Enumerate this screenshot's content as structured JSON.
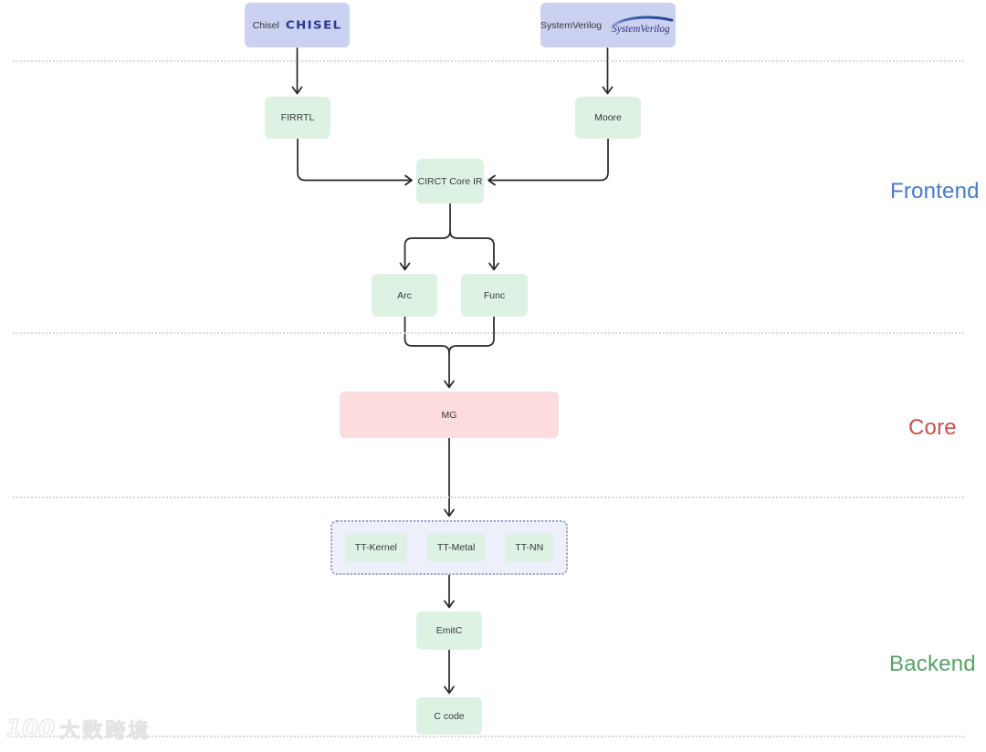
{
  "sources": {
    "chisel": {
      "label": "Chisel",
      "logo_text": "CHISEL"
    },
    "systemverilog": {
      "label": "SystemVerilog",
      "logo_text": "SystemVerilog"
    }
  },
  "nodes": {
    "firrtl": {
      "label": "FIRRTL"
    },
    "moore": {
      "label": "Moore"
    },
    "circt_core_ir": {
      "label": "CIRCT Core IR"
    },
    "arc": {
      "label": "Arc"
    },
    "func": {
      "label": "Func"
    },
    "mg": {
      "label": "MG"
    },
    "tt_kernel": {
      "label": "TT-Kernel"
    },
    "tt_metal": {
      "label": "TT-Metal"
    },
    "tt_nn": {
      "label": "TT-NN"
    },
    "emitc": {
      "label": "EmitC"
    },
    "c_code": {
      "label": "C code"
    }
  },
  "stages": {
    "frontend": {
      "label": "Frontend",
      "color": "#4b79c4"
    },
    "core": {
      "label": "Core",
      "color": "#c5514c"
    },
    "backend": {
      "label": "Backend",
      "color": "#58a169"
    }
  },
  "edges": [
    {
      "from": "Chisel",
      "to": "FIRRTL"
    },
    {
      "from": "SystemVerilog",
      "to": "Moore"
    },
    {
      "from": "FIRRTL",
      "to": "CIRCT Core IR"
    },
    {
      "from": "Moore",
      "to": "CIRCT Core IR"
    },
    {
      "from": "CIRCT Core IR",
      "to": "Arc"
    },
    {
      "from": "CIRCT Core IR",
      "to": "Func"
    },
    {
      "from": "Arc",
      "to": "MG"
    },
    {
      "from": "Func",
      "to": "MG"
    },
    {
      "from": "MG",
      "to": "TT-Kernel / TT-Metal / TT-NN"
    },
    {
      "from": "TT-Kernel / TT-Metal / TT-NN",
      "to": "EmitC"
    },
    {
      "from": "EmitC",
      "to": "C code"
    }
  ],
  "watermark": {
    "logo": "100",
    "text": "大数跨境"
  },
  "colors": {
    "source_box": "#cbd1f0",
    "node_box": "#def2e4",
    "core_box": "#fcdcdc",
    "group_box_bg": "#edf0fa",
    "group_box_border": "#99a2bd",
    "arrow": "#262626",
    "separator": "#d7d7d7",
    "chisel_logo": "#2e3a90",
    "systemverilog_logo": "#2b2f7e"
  }
}
